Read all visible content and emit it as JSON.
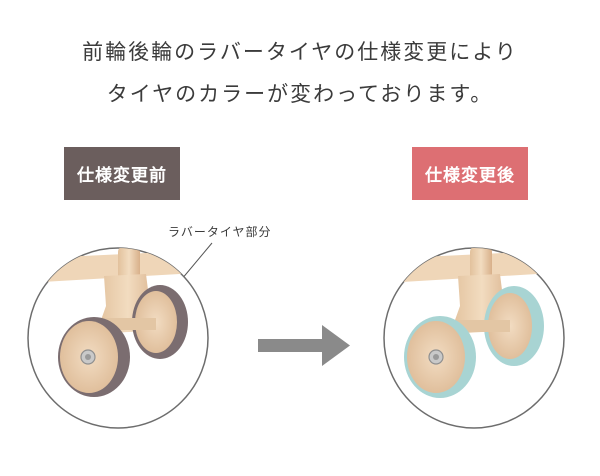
{
  "headline": {
    "line1": "前輪後輪のラバータイヤの仕様変更により",
    "line2": "タイヤのカラーが変わっております。"
  },
  "badges": {
    "before": "仕様変更前",
    "after": "仕様変更後"
  },
  "callout": {
    "label": "ラバータイヤ部分"
  },
  "colors": {
    "before_badge": "#6b5e5d",
    "after_badge": "#dd6f73",
    "tire_before": "#7b6d70",
    "tire_after": "#a8d4d3",
    "arrow": "#8a8a8a"
  }
}
